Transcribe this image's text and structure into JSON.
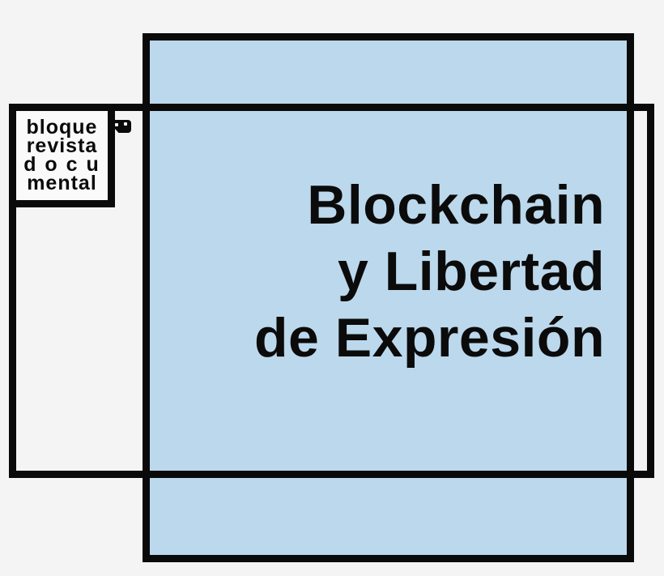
{
  "colors": {
    "background": "#f4f4f5",
    "blue": "#bcd8ec",
    "black": "#0a0a0a",
    "box_fill": "#fafafa"
  },
  "logo": {
    "lines": [
      "bloque",
      "revista",
      "d o c u",
      "mental"
    ]
  },
  "title": {
    "lines": [
      "Blockchain",
      "y Libertad",
      "de Expresión"
    ]
  }
}
